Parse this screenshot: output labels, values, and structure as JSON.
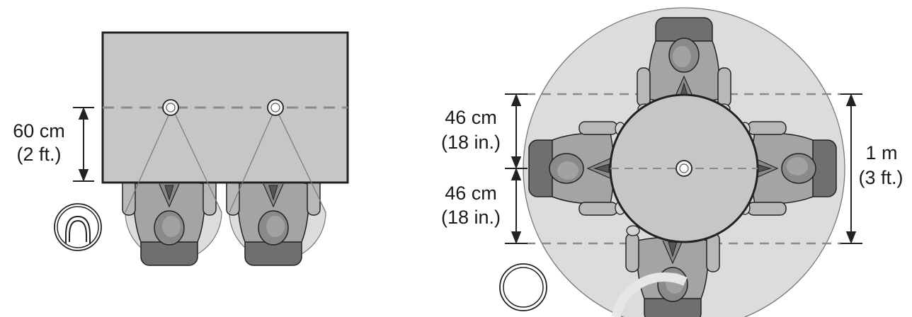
{
  "left_setup": {
    "measurement": {
      "metric": "60 cm",
      "imperial": "(2 ft.)"
    }
  },
  "right_setup": {
    "upper_measurement": {
      "metric": "46 cm",
      "imperial": "(18 in.)"
    },
    "lower_measurement": {
      "metric": "46 cm",
      "imperial": "(18 in.)"
    },
    "side_measurement": {
      "metric": "1 m",
      "imperial": "(3 ft.)"
    }
  },
  "colors": {
    "table_fill": "#c6c6c6",
    "outline": "#222222",
    "pickup_zone": "#dcdcdc",
    "dashed_line": "#8a8a8a",
    "person_dark": "#777777",
    "person_mid": "#9a9a9a",
    "person_light": "#b4b4b4"
  }
}
